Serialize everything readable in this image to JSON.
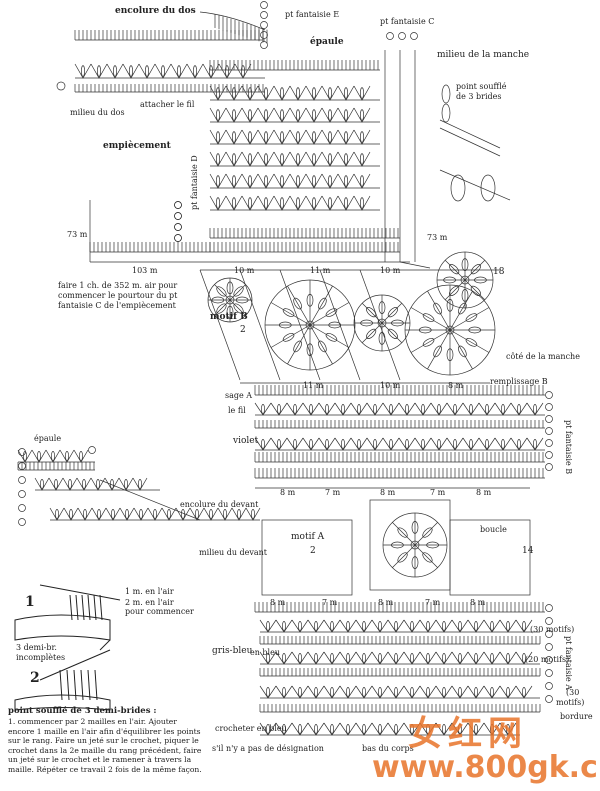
{
  "labels": {
    "encolure_dos": "encolure du dos",
    "pt_fantaisie_e": "pt fantaisie E",
    "pt_fantaisie_c": "pt fantaisie C",
    "epaule_top": "épaule",
    "milieu_manche": "milieu de la manche",
    "milieu_dos": "milieu du dos",
    "attacher_fil": "attacher le fil",
    "point_souffle": "point soufflé",
    "de_3_brides": "de 3 brides",
    "empiecement": "empiècement",
    "pt_fantaisie_d": "pt fantaisie D",
    "m73_left": "73 m",
    "m73_right": "73 m",
    "m103": "103 m",
    "faire_text": "faire 1 ch. de 352 m. air pour commencer le pourtour du pt fantaisie C de l'empiècement",
    "m10_a": "10 m",
    "m11_a": "11 m",
    "m10_b": "10 m",
    "n18": "18",
    "motif_b": "motif B",
    "n2_b": "2",
    "cote_manche": "côté de la manche",
    "m11_b": "11 m",
    "m10_c": "10 m",
    "m8_a": "8 m",
    "remplissage_b": "remplissage B",
    "sage_a": "sage A",
    "le_fil": "le fil",
    "pt_fantaisie_b": "pt fantaisie B",
    "violet": "violet",
    "epaule_left": "épaule",
    "encolure_devant": "encolure du devant",
    "milieu_devant": "milieu du devant",
    "m8_b": "8 m",
    "m7_a": "7 m",
    "m8_c": "8 m",
    "m7_b": "7 m",
    "m8_d": "8 m",
    "boucle": "boucle",
    "motif_a": "motif A",
    "n2_a": "2",
    "n14": "14",
    "m_en_lair": "1 m. en l'air",
    "m_en_lair2": "2 m. en l'air",
    "pour_commencer": "pour commencer",
    "trois_demi_br": "3 demi-br.",
    "incompletes": "incomplètes",
    "m8_e": "8 m",
    "m7_c": "7 m",
    "m8_f": "8 m",
    "m7_d": "7 m",
    "m8_g": "8 m",
    "motifs_30": "(30 motifs)",
    "pt_fantaisie_a": "pt fantaisie A",
    "motifs_20": "(20 motifs)",
    "gris_bleu": "gris-bleu",
    "en_bleu": "en bleu",
    "motifs_30b": "(30",
    "motifs_30c": "motifs)",
    "bordure": "bordure",
    "point_souffle_title": "point soufflé de 3 demi-brides :",
    "instructions": "1. commencer par 2 mailles en l'air. Ajouter encore 1 maille en l'air afin d'équilibrer les points sur le rang. Faire un jeté sur le crochet, piquer le crochet dans la 2e maille du rang précédent, faire un jeté sur le crochet et le ramener à travers la maille. Répéter ce travail 2 fois de la même façon.",
    "crocheter": "crocheter en bleu",
    "sil_ny": "s'il n'y a pas de désignation",
    "bas_corps": "bas du corps",
    "step1": "1",
    "step2": "2",
    "watermark_cn": "女红网",
    "watermark_url": "www.800gk.cn"
  },
  "colors": {
    "ink": "#222222",
    "watermark": "#e8742a"
  }
}
